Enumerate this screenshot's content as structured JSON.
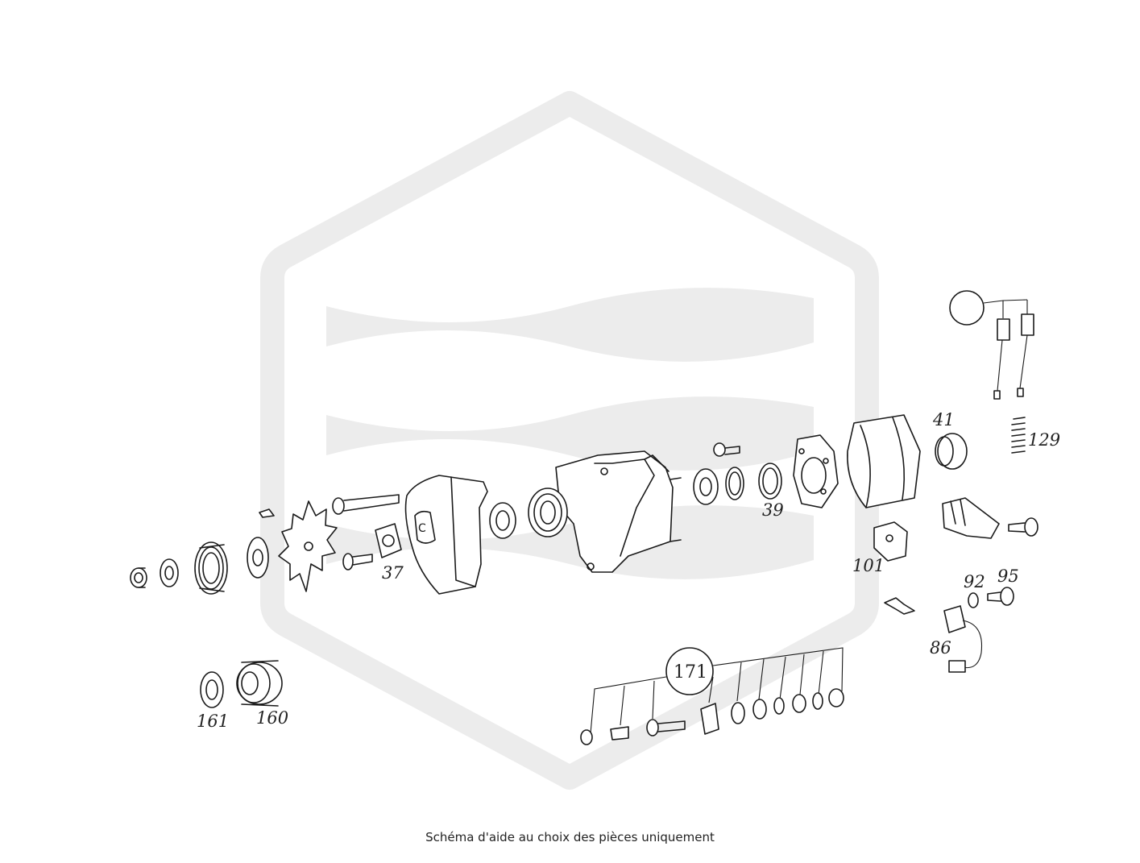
{
  "caption": "Schéma d'aide au choix des pièces uniquement",
  "watermark": {
    "icon": "hexagon-wave-logo-icon",
    "color": "#ececec"
  },
  "line_color": "#1a1a1a",
  "labels": {
    "p37": "37",
    "p39": "39",
    "p41": "41",
    "p129": "129",
    "p101": "101",
    "p92": "92",
    "p95": "95",
    "p86": "86",
    "p171": "171",
    "p161": "161",
    "p160": "160"
  }
}
